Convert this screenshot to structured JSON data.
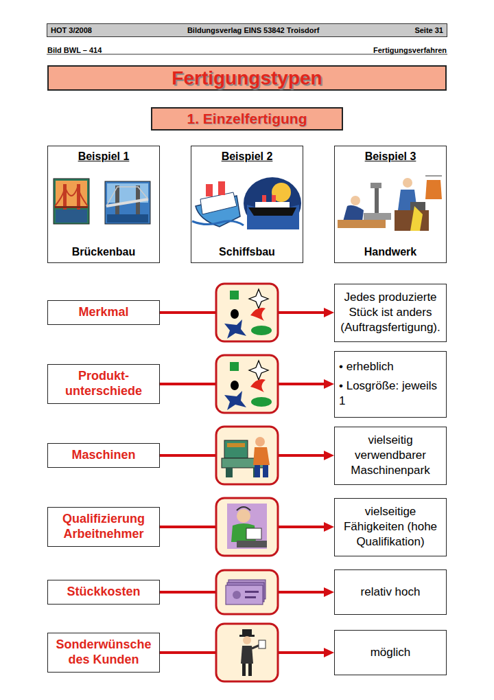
{
  "diagram": {
    "title": "Fertigungstypen",
    "nodes": [
      {
        "text": [
          "HOT 3/2008",
          "Bildungsverlag EINS  53842 Troisdorf",
          "Seite 31"
        ]
      },
      {
        "text": [
          "1. Einzelfertigung"
        ]
      },
      {
        "text": [
          "Beispiel 1",
          "Brückenbau"
        ]
      },
      {
        "text": [
          "Beispiel 2",
          "Schiffsbau"
        ]
      },
      {
        "text": [
          "Beispiel 3",
          "Handwerk"
        ]
      },
      {
        "text": [
          "Merkmal"
        ]
      },
      {
        "text": [
          "Jedes produzierte Stück ist anders (Auftragsfertigung)."
        ]
      },
      {
        "text": [
          "Produkt- unterschiede"
        ]
      },
      {
        "text": [
          "• erheblich",
          "• Losgröße: jeweils 1"
        ]
      },
      {
        "text": [
          "Maschinen"
        ]
      },
      {
        "text": [
          "vielseitig verwendbarer Maschinenpark"
        ]
      },
      {
        "text": [
          "Qualifizierung Arbeitnehmer"
        ]
      },
      {
        "text": [
          "vielseitige Fähigkeiten (hohe Qualifikation)"
        ]
      },
      {
        "text": [
          "Stückkosten"
        ]
      },
      {
        "text": [
          "relativ hoch"
        ]
      },
      {
        "text": [
          "Sonderwünsche des Kunden"
        ]
      },
      {
        "text": [
          "möglich"
        ]
      }
    ],
    "edges": [
      {
        "from": 5,
        "to": 6,
        "arrow": "to"
      },
      {
        "from": 7,
        "to": 8,
        "arrow": "to"
      },
      {
        "from": 9,
        "to": 10,
        "arrow": "to"
      },
      {
        "from": 11,
        "to": 12,
        "arrow": "to"
      },
      {
        "from": 13,
        "to": 14,
        "arrow": "to"
      },
      {
        "from": 15,
        "to": 16,
        "arrow": "to"
      }
    ],
    "labels": [
      "Bild BWL – 414",
      "Fertigungsverfahren"
    ]
  }
}
